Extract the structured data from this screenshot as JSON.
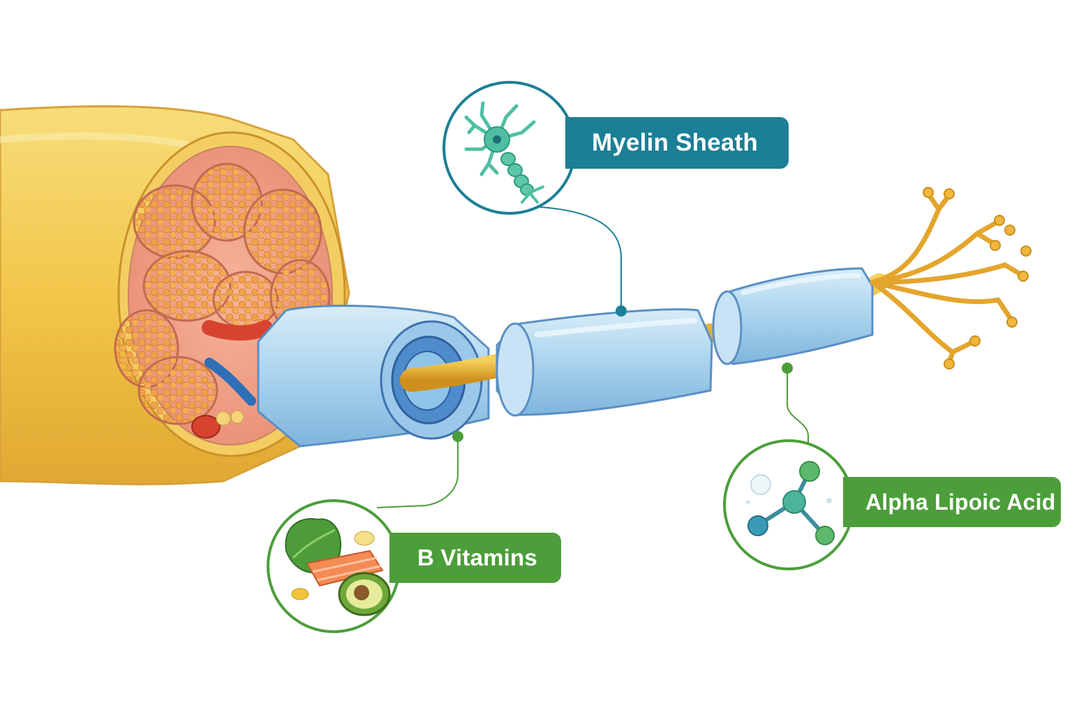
{
  "colors": {
    "teal": "#1b7f95",
    "green": "#4c9e3a",
    "nerve_yellow": "#f2c94c",
    "myelin_blue": "#a9d3ee",
    "axon_gold": "#e0a82e",
    "fascicle_orange": "#f0a55a"
  },
  "callouts": {
    "myelin": {
      "label": "Myelin Sheath",
      "icon": "neuron-icon"
    },
    "b_vitamins": {
      "label": "B Vitamins",
      "icon": "food-icon"
    },
    "alpha_lipoic": {
      "label": "Alpha Lipoic Acid",
      "icon": "molecule-icon"
    }
  }
}
